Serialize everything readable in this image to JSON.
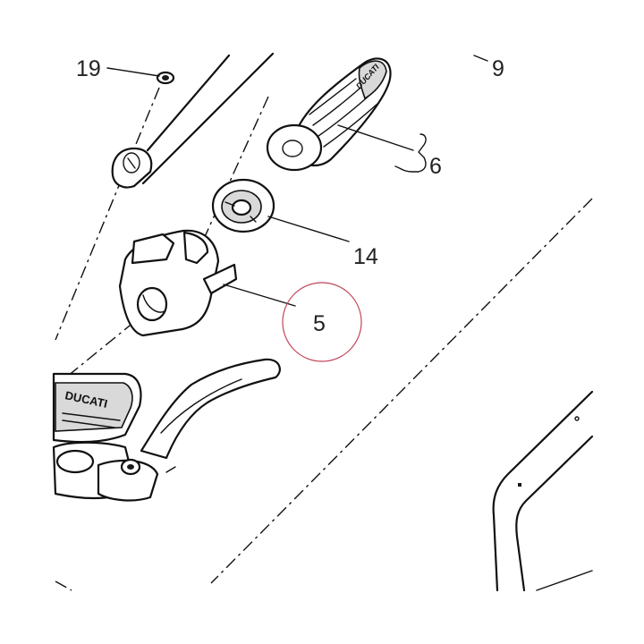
{
  "callouts": {
    "c19": "19",
    "c9": "9",
    "c6": "6",
    "c14": "14",
    "c5": "5"
  },
  "logos": {
    "reservoir_brand": "DUCATI",
    "grip_brand": "DUCATI"
  },
  "icons": {
    "selection_marker": "circle-highlight-icon"
  },
  "colors": {
    "line": "#111111",
    "highlight_circle": "#c2455a",
    "callout_text": "#222222"
  }
}
